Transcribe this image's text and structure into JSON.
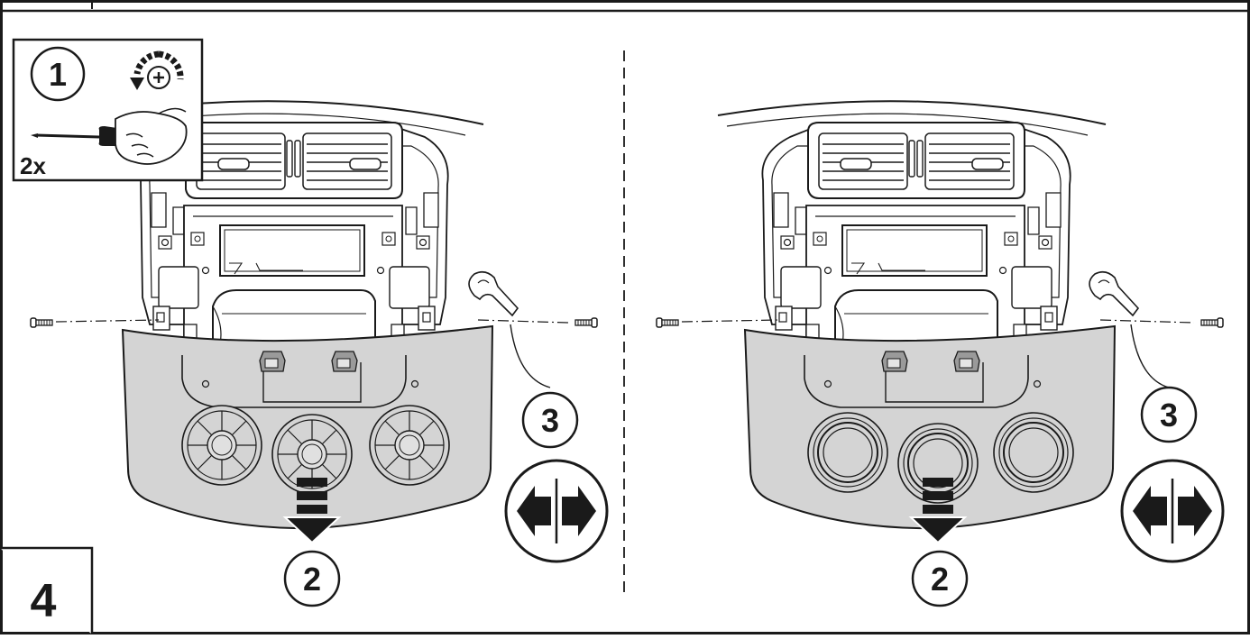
{
  "step": {
    "number": "4"
  },
  "tool_callout": {
    "step_label": "1",
    "quantity_label": "2x",
    "icon": "unscrew-counterclockwise-icon",
    "tool_icon": "phillips-screwdriver-icon"
  },
  "left_panel": {
    "pull_step_label": "2",
    "clip_step_label": "3",
    "release_icon": "spread-release-arrows-icon",
    "knob_style": "spoked-dials"
  },
  "right_panel": {
    "pull_step_label": "2",
    "clip_step_label": "3",
    "release_icon": "spread-release-arrows-icon",
    "knob_style": "ring-dials"
  },
  "colors": {
    "line": "#1a1a1a",
    "panel_fill": "#d4d4d4",
    "background": "#ffffff"
  }
}
